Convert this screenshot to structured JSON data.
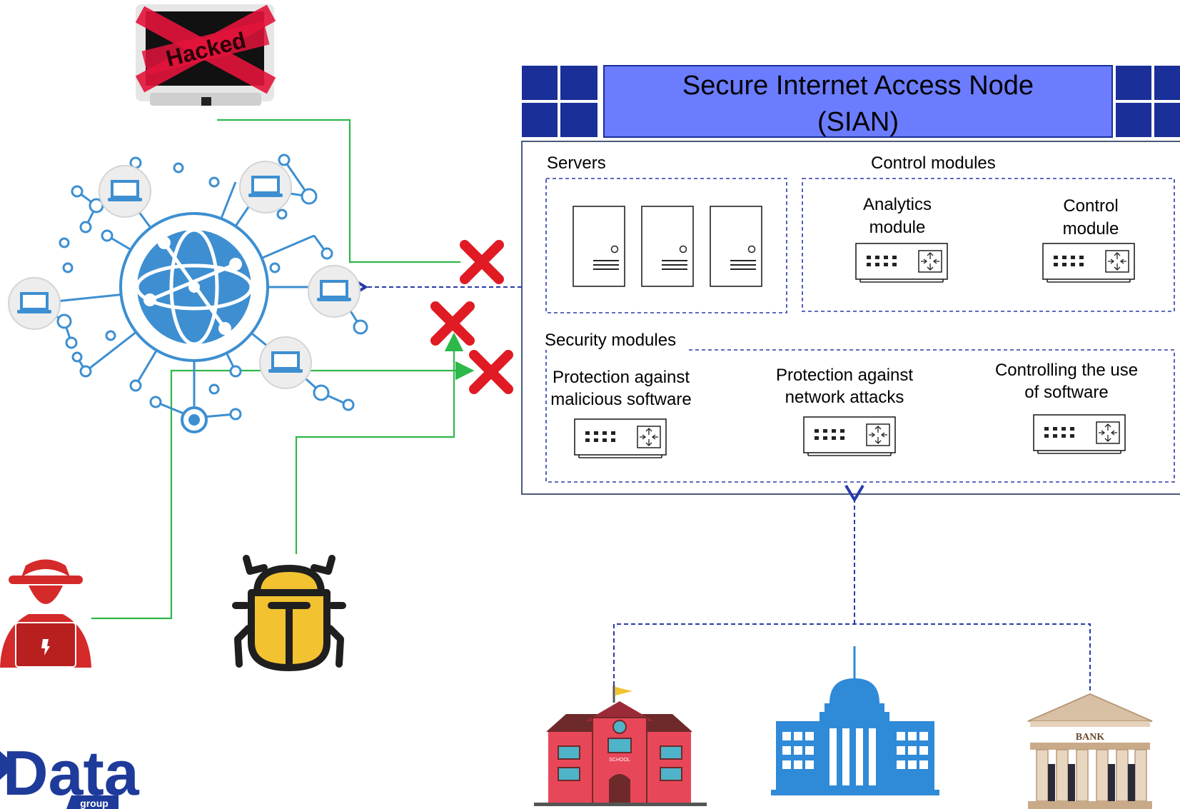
{
  "title": {
    "line1": "Secure Internet Access Node",
    "line2": "(SIAN)"
  },
  "sections": {
    "servers": "Servers",
    "control": "Control modules",
    "security": "Security modules"
  },
  "control_modules": {
    "analytics": {
      "line1": "Analytics",
      "line2": "module"
    },
    "control": {
      "line1": "Control",
      "line2": "module"
    }
  },
  "security_modules": {
    "malware": {
      "line1": "Protection against",
      "line2": "malicious software"
    },
    "network": {
      "line1": "Protection against",
      "line2": "network attacks"
    },
    "software": {
      "line1": "Controlling the use",
      "line2": "of software"
    }
  },
  "hacked_label": "Hacked",
  "bank_label": "BANK",
  "school_label": "SCHOOL",
  "logo": {
    "word": "Data",
    "sub": "group"
  },
  "colors": {
    "title_fill": "#6b7cff",
    "title_tile": "#1b2f99",
    "box_border": "#4a5a7a",
    "dashed": "#2a3aa8",
    "green": "#2db84a",
    "x_red": "#e01b24",
    "network_blue": "#3d8fd1",
    "hacker_red": "#d42a2a",
    "bug_yellow": "#f2c230"
  },
  "icons": [
    "hacked-monitor-icon",
    "globe-network-icon",
    "laptop-icon",
    "server-icon",
    "router-icon",
    "x-mark-icon",
    "hacker-icon",
    "bug-icon",
    "school-icon",
    "government-building-icon",
    "bank-icon",
    "data-group-logo"
  ]
}
